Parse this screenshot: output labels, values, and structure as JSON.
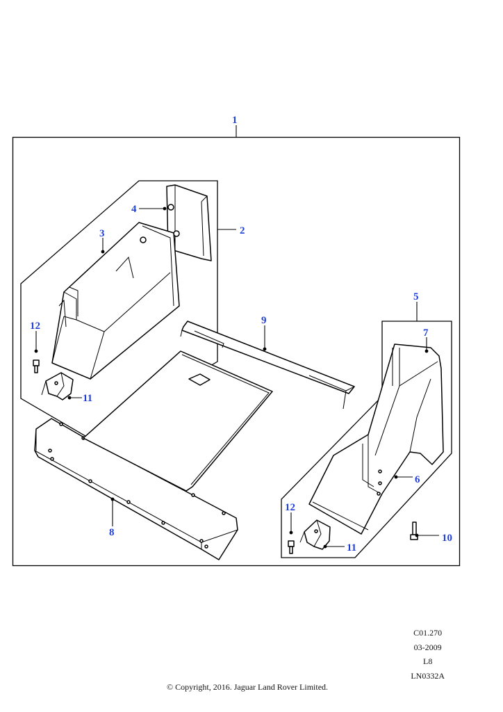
{
  "diagram": {
    "callouts": {
      "c1": "1",
      "c2": "2",
      "c3": "3",
      "c4": "4",
      "c5": "5",
      "c6": "6",
      "c7": "7",
      "c8": "8",
      "c9": "9",
      "c10": "10",
      "c11a": "11",
      "c11b": "11",
      "c12a": "12",
      "c12b": "12"
    },
    "callout_color": "#1f3fd6"
  },
  "meta": {
    "ref": "C01.270",
    "date": "03-2009",
    "level": "L8",
    "code": "LN0332A"
  },
  "footer": {
    "copyright": "© Copyright, 2016. Jaguar Land Rover Limited."
  }
}
